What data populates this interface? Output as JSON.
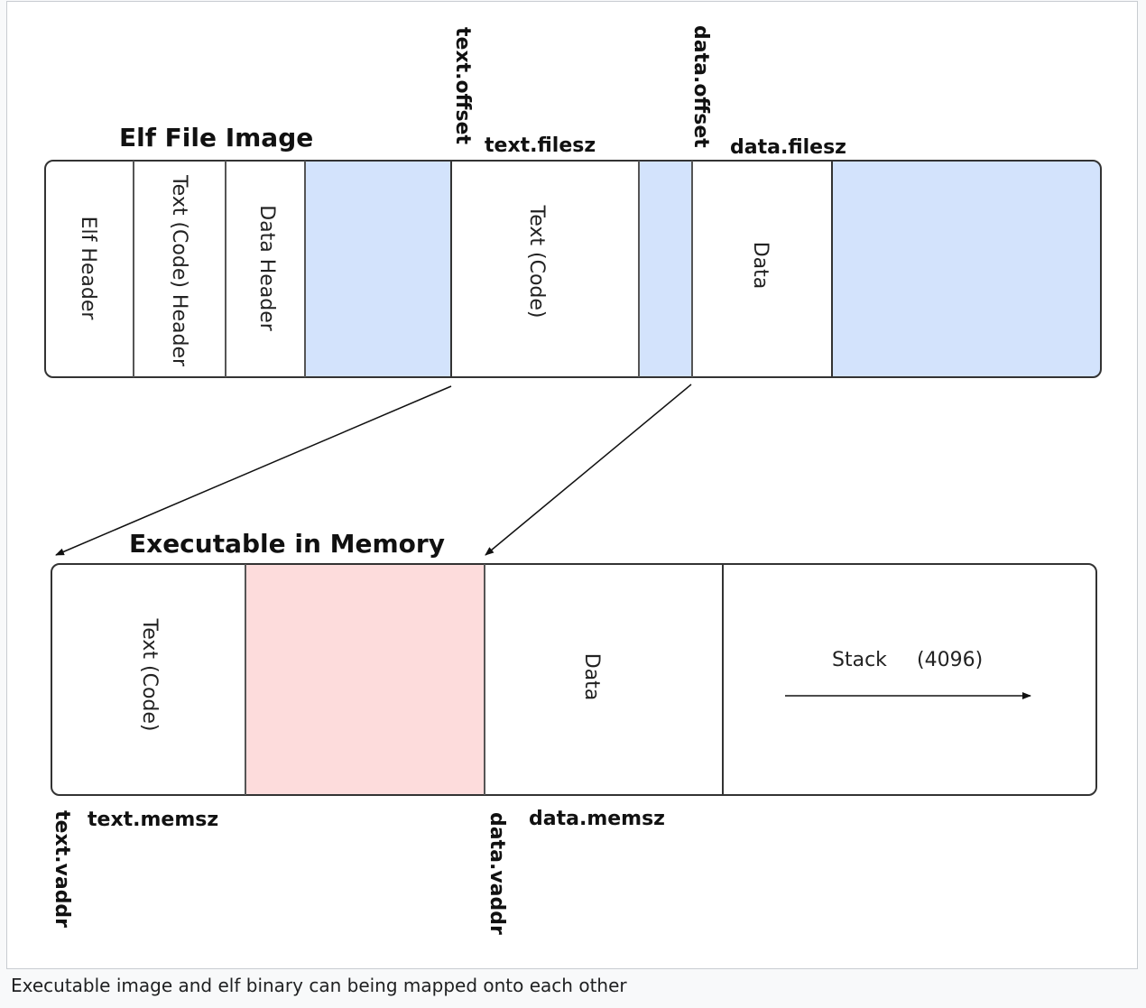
{
  "diagram": {
    "file_title": "Elf File Image",
    "memory_title": "Executable in Memory",
    "file_segments": {
      "elf_header": "Elf Header",
      "text_header": "Text (Code) Header",
      "data_header": "Data Header",
      "text_code": "Text (Code)",
      "data": "Data"
    },
    "memory_segments": {
      "text_code": "Text (Code)",
      "data": "Data",
      "stack": "Stack",
      "stack_size": "(4096)"
    },
    "labels": {
      "text_offset": "text.offset",
      "text_filesz": "text.filesz",
      "data_offset": "data.offset",
      "data_filesz": "data.filesz",
      "text_memsz": "text.memsz",
      "data_memsz": "data.memsz",
      "text_vaddr": "text.vaddr",
      "data_vaddr": "data.vaddr"
    },
    "colors": {
      "padding_fill": "#d3e3fc",
      "gap_fill": "#fddcdc",
      "stroke": "#333333"
    }
  },
  "caption": "Executable image and elf binary can being mapped onto each other"
}
